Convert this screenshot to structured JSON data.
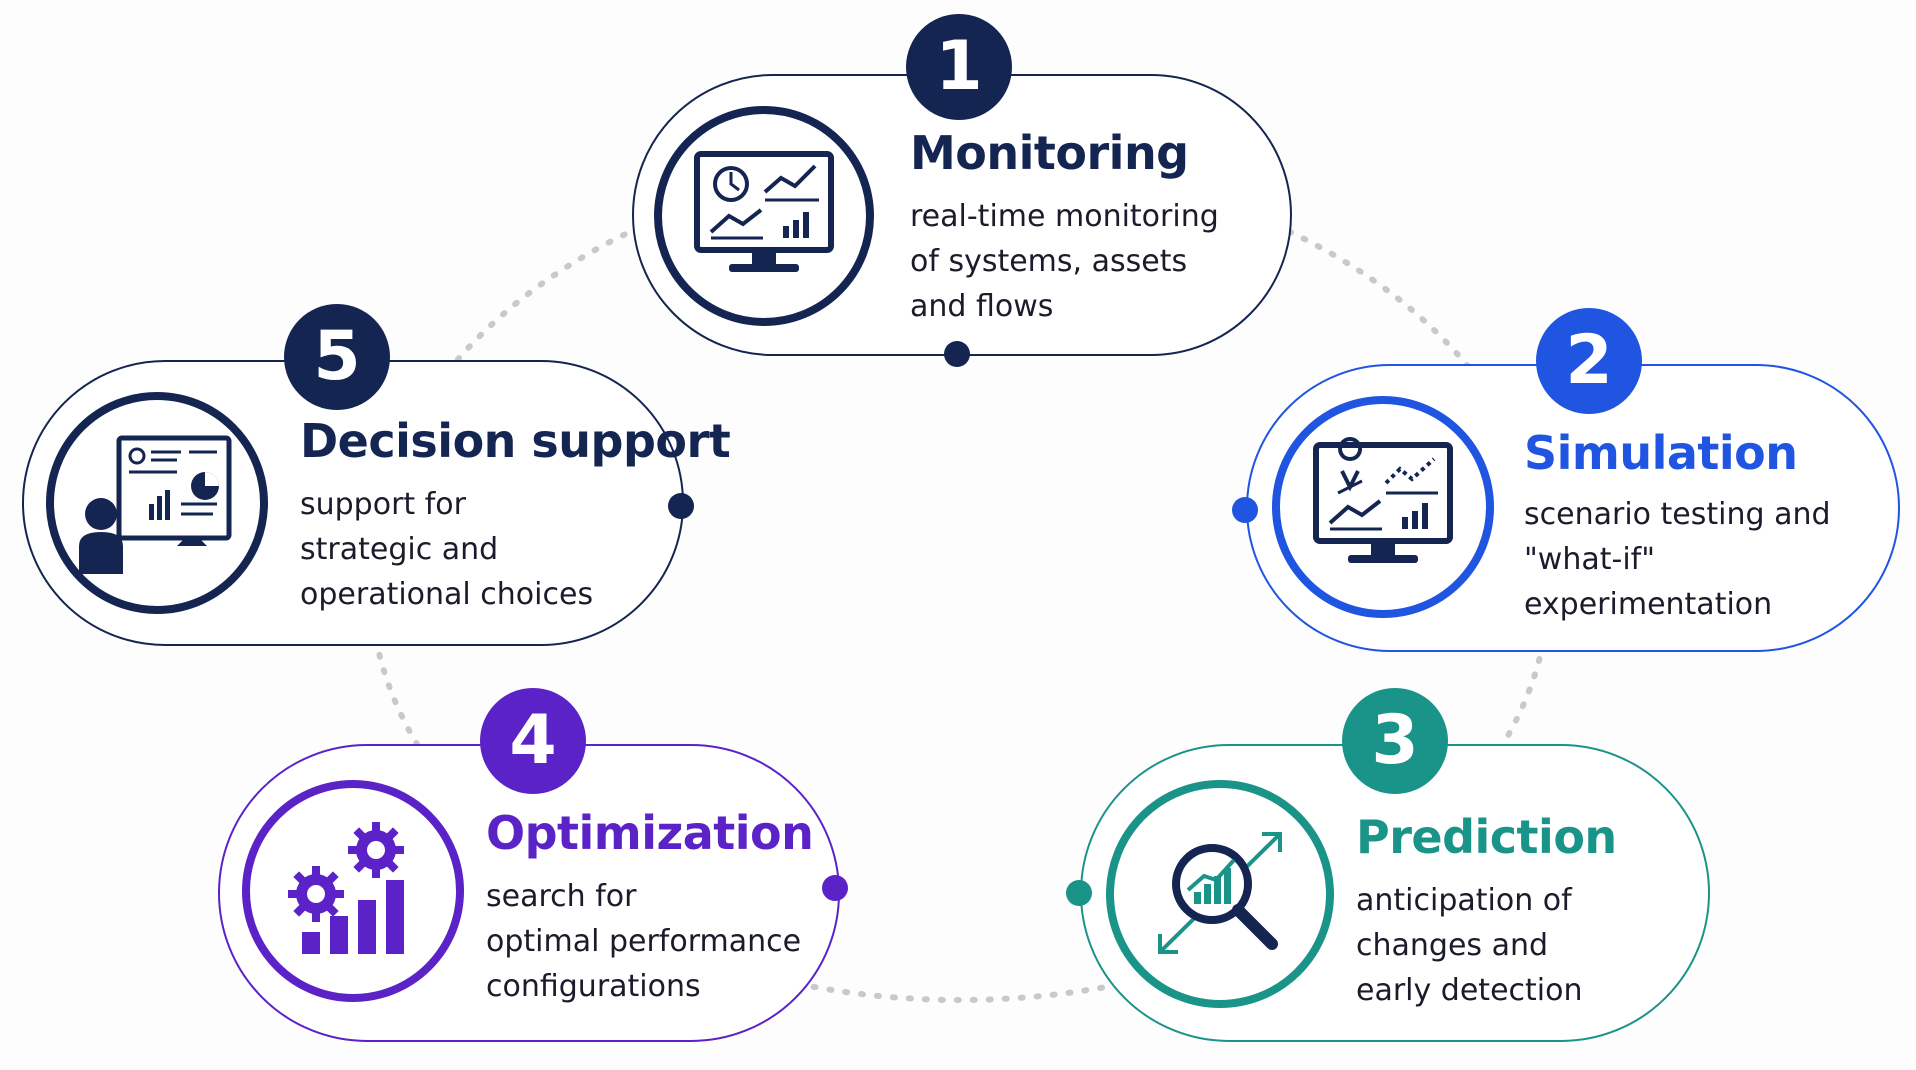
{
  "colors": {
    "monitoring": "#152552",
    "simulation": "#1f55e0",
    "prediction": "#1a9488",
    "optimization": "#5b22c8",
    "decision": "#152552",
    "connector": "#c9c9c9"
  },
  "steps": [
    {
      "number": "1",
      "title": "Monitoring",
      "lines": [
        "real-time monitoring",
        "of systems, assets",
        "and flows"
      ],
      "icon": "monitor-dashboard-icon"
    },
    {
      "number": "2",
      "title": "Simulation",
      "lines": [
        "scenario testing and",
        "\"what-if\"",
        "experimentation"
      ],
      "icon": "monitor-simulation-icon"
    },
    {
      "number": "3",
      "title": "Prediction",
      "lines": [
        "anticipation of",
        "changes and",
        "early detection"
      ],
      "icon": "magnifier-trend-icon"
    },
    {
      "number": "4",
      "title": "Optimization",
      "lines": [
        "search for",
        "optimal performance",
        "configurations"
      ],
      "icon": "gears-bars-icon"
    },
    {
      "number": "5",
      "title": "Decision support",
      "lines": [
        "support for",
        "strategic and",
        "operational choices"
      ],
      "icon": "presenter-board-icon"
    }
  ]
}
